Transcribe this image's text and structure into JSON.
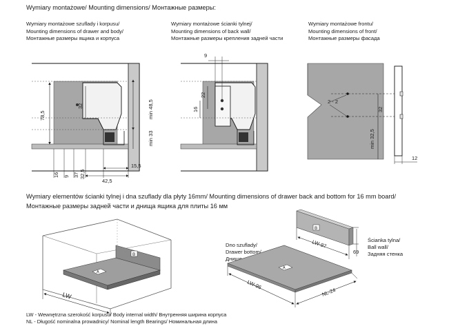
{
  "header": {
    "title": "Wymiary montażowe/ Mounting dimensions/ Монтажные размеры:"
  },
  "panel_left": {
    "caption": [
      "Wymiary montażowe szuflady i korpusu/",
      "Mounting dimensions of drawer and body/",
      "Монтажные размеры ящика и корпуса"
    ],
    "dims": {
      "d78_5": "78,5",
      "d32": "32",
      "d48_5": "min 48,5",
      "d33": "min 33",
      "d16": "16",
      "d9": "9",
      "d37": "37",
      "d32_5": "32,5",
      "d15_5": "15,5",
      "d42_5": "42,5"
    }
  },
  "panel_mid": {
    "caption": [
      "Wymiary montażowe ścianki tylnej/",
      "Mounting dimensions of back wall/",
      "Монтажные размеры крепления задней части"
    ],
    "dims": {
      "d9": "9",
      "d22": "22",
      "d16": "16"
    }
  },
  "panel_right": {
    "caption": [
      "Wymiary montażowe frontu/",
      "Mounting dimensions of front/",
      "Монтажные размеры фасада"
    ],
    "dims": {
      "d2x2": "2 - 2",
      "d32": "32",
      "d32_5": "min 32,5",
      "d12": "12"
    }
  },
  "section2": {
    "title_lines": [
      "Wymiary elementów ścianki tylnej i dna szuflady dla płyty 16mm/ Mounting dimensions of drawer back and bottom for 16 mm board/",
      "Монтажные размеры задней части и днища ящика для плиты 16 мм"
    ]
  },
  "iso_left": {
    "lw": "LW",
    "label_b": "B",
    "label_a": "A"
  },
  "iso_right": {
    "bottom_caption": [
      "Dno szuflady/",
      "Drawer bottom/",
      "Днище ящика"
    ],
    "wall_caption": [
      "Ścianka tylna/",
      "Ball wall/",
      "Задняя стенка"
    ],
    "lw97": "LW-97",
    "lw96": "LW-96",
    "nl24": "NL-24",
    "h69": "69",
    "label_b": "B",
    "label_a": "A"
  },
  "legend": [
    "LW - Wewnętrzna szerokość korpusu/ Body internal width/ Внутренняя ширина корпуса",
    "NL - Długość nominalna prowadnicy/ Nominal length Bearings/ Номинальная длина"
  ]
}
